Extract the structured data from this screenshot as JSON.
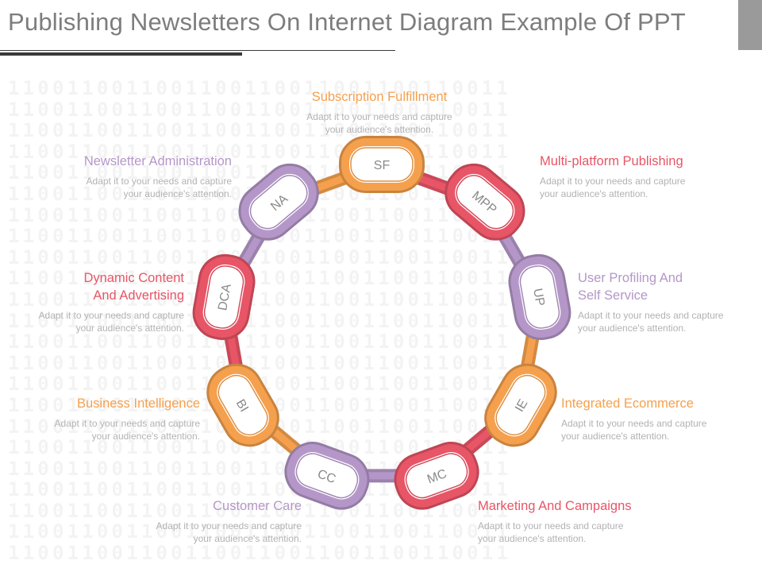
{
  "title": "Publishing Newsletters On Internet Diagram Example Of PPT",
  "background_pattern": "1100110011001100110011001100110011",
  "colors": {
    "orange": "#f5a04d",
    "purple": "#b497c8",
    "red": "#e85566",
    "text_gray": "#7d7d7d"
  },
  "description": [
    "Adapt it to your needs and capture",
    "your audience's attention."
  ],
  "items": [
    {
      "abbr": "SF",
      "title": [
        "Subscription Fulfillment"
      ],
      "color": "#f5a04d"
    },
    {
      "abbr": "MPP",
      "title": [
        "Multi-platform Publishing"
      ],
      "color": "#e85566"
    },
    {
      "abbr": "UP",
      "title": [
        "User Profiling And",
        "Self Service"
      ],
      "color": "#b497c8"
    },
    {
      "abbr": "IE",
      "title": [
        "Integrated Ecommerce"
      ],
      "color": "#f5a04d"
    },
    {
      "abbr": "MC",
      "title": [
        "Marketing And Campaigns"
      ],
      "color": "#e85566"
    },
    {
      "abbr": "CC",
      "title": [
        "Customer Care"
      ],
      "color": "#b497c8"
    },
    {
      "abbr": "BI",
      "title": [
        "Business Intelligence"
      ],
      "color": "#f5a04d"
    },
    {
      "abbr": "DCA",
      "title": [
        "Dynamic Content",
        "And Advertising"
      ],
      "color": "#e85566"
    },
    {
      "abbr": "NA",
      "title": [
        "Newsletter Administration"
      ],
      "color": "#b497c8"
    }
  ]
}
